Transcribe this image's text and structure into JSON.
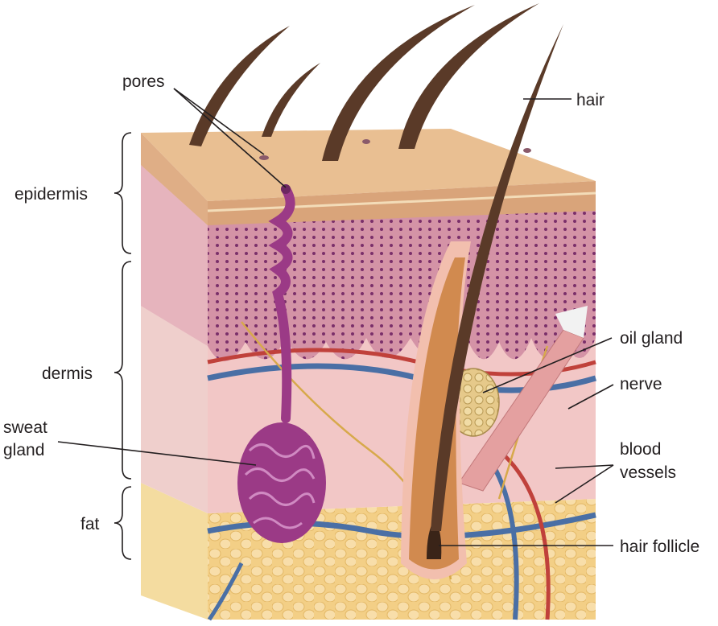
{
  "labels": {
    "pores": "pores",
    "hair": "hair",
    "epidermis": "epidermis",
    "dermis": "dermis",
    "sweat_gland_line1": "sweat",
    "sweat_gland_line2": "gland",
    "fat": "fat",
    "oil_gland": "oil gland",
    "nerve": "nerve",
    "blood_vessels_line1": "blood",
    "blood_vessels_line2": "vessels",
    "hair_follicle": "hair follicle"
  },
  "colors": {
    "surface": "#e8b98a",
    "epidermis_band": "#d9a07c",
    "epidermis_cells": "#c97a8f",
    "dermis": "#f1c7c8",
    "fat": "#f5d58e",
    "sweat_gland": "#9b3a86",
    "hair": "#5a3a28",
    "vein": "#4a6fa5",
    "artery": "#c0413b",
    "nerve": "#d7a94b"
  }
}
